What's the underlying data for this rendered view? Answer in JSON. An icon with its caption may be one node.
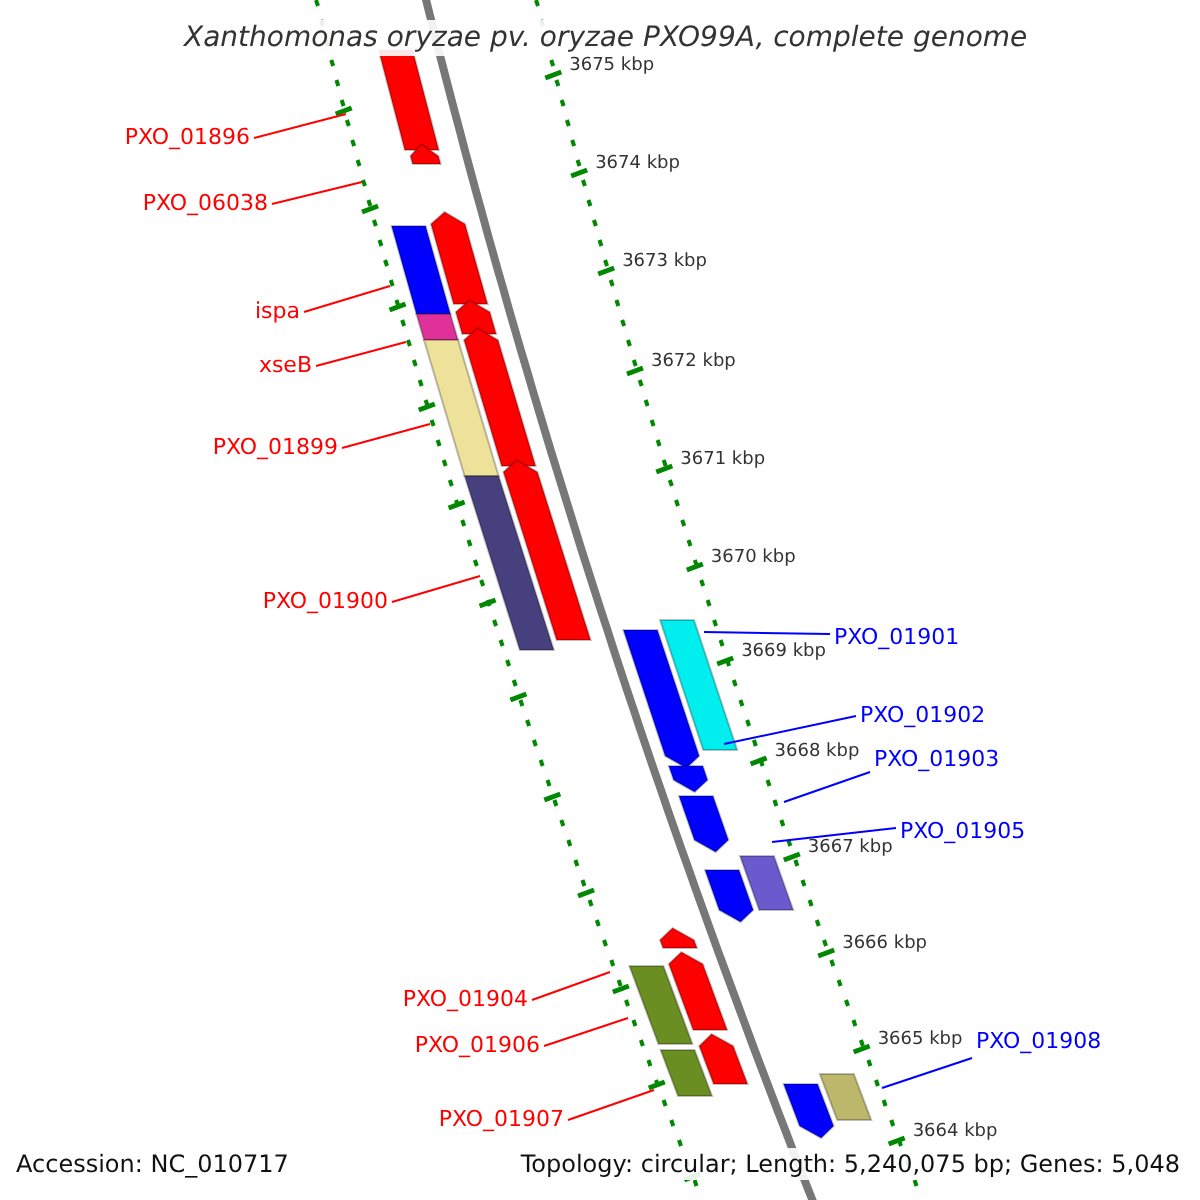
{
  "diagram": {
    "title": "Xanthomonas oryzae pv. oryzae PXO99A, complete genome",
    "nodes": [
      {
        "text": [
          "PXO_01896"
        ]
      },
      {
        "text": [
          "PXO_06038"
        ]
      },
      {
        "text": [
          "ispa"
        ]
      },
      {
        "text": [
          "xseB"
        ]
      },
      {
        "text": [
          "PXO_01899"
        ]
      },
      {
        "text": [
          "PXO_01900"
        ]
      },
      {
        "text": [
          "PXO_01901"
        ]
      },
      {
        "text": [
          "PXO_01902"
        ]
      },
      {
        "text": [
          "PXO_01903"
        ]
      },
      {
        "text": [
          "PXO_01905"
        ]
      },
      {
        "text": [
          "PXO_01904"
        ]
      },
      {
        "text": [
          "PXO_01906"
        ]
      },
      {
        "text": [
          "PXO_01908"
        ]
      },
      {
        "text": [
          "PXO_01907"
        ]
      }
    ],
    "edges": [
      {
        "from": 0,
        "to": null,
        "arrow": "none"
      },
      {
        "from": 1,
        "to": null,
        "arrow": "none"
      },
      {
        "from": 2,
        "to": null,
        "arrow": "none"
      },
      {
        "from": 3,
        "to": null,
        "arrow": "none"
      },
      {
        "from": 4,
        "to": null,
        "arrow": "none"
      },
      {
        "from": 5,
        "to": null,
        "arrow": "none"
      },
      {
        "from": 6,
        "to": null,
        "arrow": "none",
        "color": "#0000ff"
      },
      {
        "from": 7,
        "to": null,
        "arrow": "none",
        "color": "#0000ff"
      },
      {
        "from": 8,
        "to": null,
        "arrow": "none",
        "color": "#0000ff"
      },
      {
        "from": 9,
        "to": null,
        "arrow": "none",
        "color": "#0000ff"
      },
      {
        "from": 10,
        "to": null,
        "arrow": "none"
      },
      {
        "from": 11,
        "to": null,
        "arrow": "none"
      },
      {
        "from": 12,
        "to": null,
        "arrow": "none",
        "color": "#0000ff"
      },
      {
        "from": 13,
        "to": null,
        "arrow": "none"
      }
    ],
    "labels": [
      "3675 kbp",
      "3674 kbp",
      "3673 kbp",
      "3672 kbp",
      "3671 kbp",
      "3670 kbp",
      "3669 kbp",
      "3668 kbp",
      "3667 kbp",
      "3666 kbp",
      "3665 kbp",
      "3664 kbp",
      "Accession: NC_010717",
      "Topology: circular; Length: 5,240,075 bp; Genes: 5,048"
    ]
  }
}
